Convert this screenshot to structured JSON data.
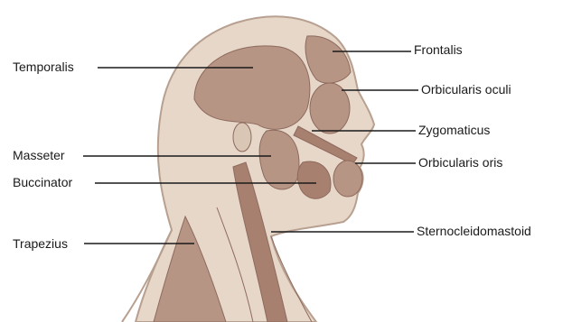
{
  "labels": {
    "temporalis": "Temporalis",
    "masseter": "Masseter",
    "buccinator": "Buccinator",
    "trapezius": "Trapezius",
    "frontalis": "Frontalis",
    "orbicularis_oculi": "Orbicularis oculi",
    "zygomaticus": "Zygomaticus",
    "orbicularis_oris": "Orbicularis oris",
    "sternocleidomastoid": "Sternocleidomastoid"
  },
  "colors": {
    "skin": "#e6d7c9",
    "muscle": "#b79585",
    "muscle_dark": "#8e6a5d",
    "leader_line": "#1a1a1a"
  }
}
